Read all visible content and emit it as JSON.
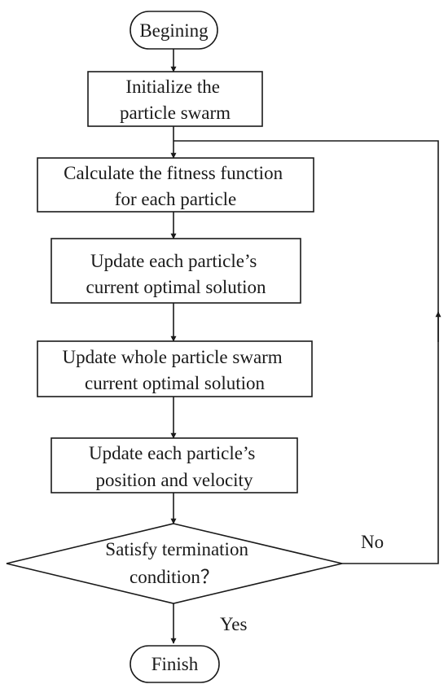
{
  "nodes": {
    "begin": {
      "lines": [
        "Begining"
      ]
    },
    "init": {
      "lines": [
        "Initialize the",
        "particle swarm"
      ]
    },
    "fitness": {
      "lines": [
        "Calculate the fitness function",
        "for each particle"
      ]
    },
    "personal_best": {
      "lines": [
        "Update each particle’s",
        "current optimal solution"
      ]
    },
    "global_best": {
      "lines": [
        "Update whole particle swarm",
        "current optimal solution"
      ]
    },
    "position_velocity": {
      "lines": [
        "Update each particle’s",
        "position and velocity"
      ]
    },
    "decision": {
      "lines": [
        "Satisfy termination",
        "condition？"
      ]
    },
    "finish": {
      "lines": [
        "Finish"
      ]
    }
  },
  "edges": {
    "no_label": "No",
    "yes_label": "Yes"
  },
  "colors": {
    "stroke": "#1a1a1a",
    "background": "#ffffff"
  }
}
